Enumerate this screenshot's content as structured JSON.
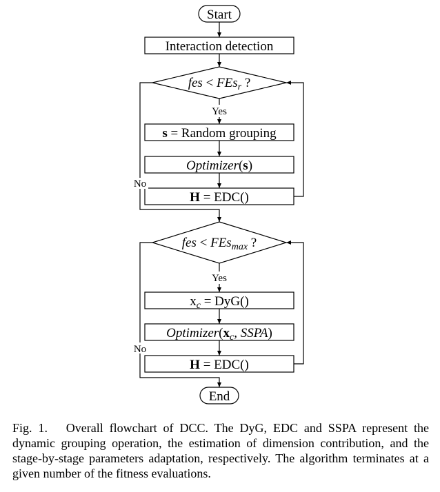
{
  "flowchart": {
    "start": "Start",
    "end": "End",
    "interaction": "Interaction detection",
    "cond1": {
      "lhs": "fes",
      "op": " < ",
      "var": "FEs",
      "sub": "r",
      "q": " ?"
    },
    "cond2": {
      "lhs": "fes",
      "op": " < ",
      "var": "FEs",
      "sub": "max",
      "q": " ?"
    },
    "yes_label": "Yes",
    "no_label": "No",
    "random": {
      "var": "s",
      "rest": " = Random grouping"
    },
    "optimizer1": {
      "name": "Optimizer",
      "open": "(",
      "arg": "s",
      "close": ")"
    },
    "edc": {
      "var": "H",
      "rest": " = EDC()"
    },
    "dyg": {
      "var": "x",
      "sub": "c",
      "rest": " = DyG()"
    },
    "optimizer2": {
      "name": "Optimizer",
      "open": "(",
      "arg": "x",
      "sub": "c",
      "sep": ", ",
      "extra": "SSPA",
      "close": ")"
    }
  },
  "caption": {
    "label": "Fig. 1.",
    "text": "Overall flowchart of DCC. The DyG, EDC and SSPA represent the dynamic grouping operation, the estimation of dimension contribution, and the stage-by-stage parameters adaptation, respectively. The algorithm terminates at a given number of the fitness evaluations."
  }
}
